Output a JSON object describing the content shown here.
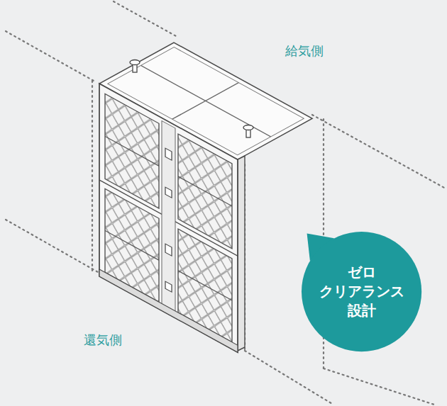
{
  "diagram": {
    "nodes": [
      {
        "text": [
          "ゼロ クリアランス 設計"
        ]
      }
    ],
    "labels": [
      "給気側",
      "還気側"
    ]
  }
}
